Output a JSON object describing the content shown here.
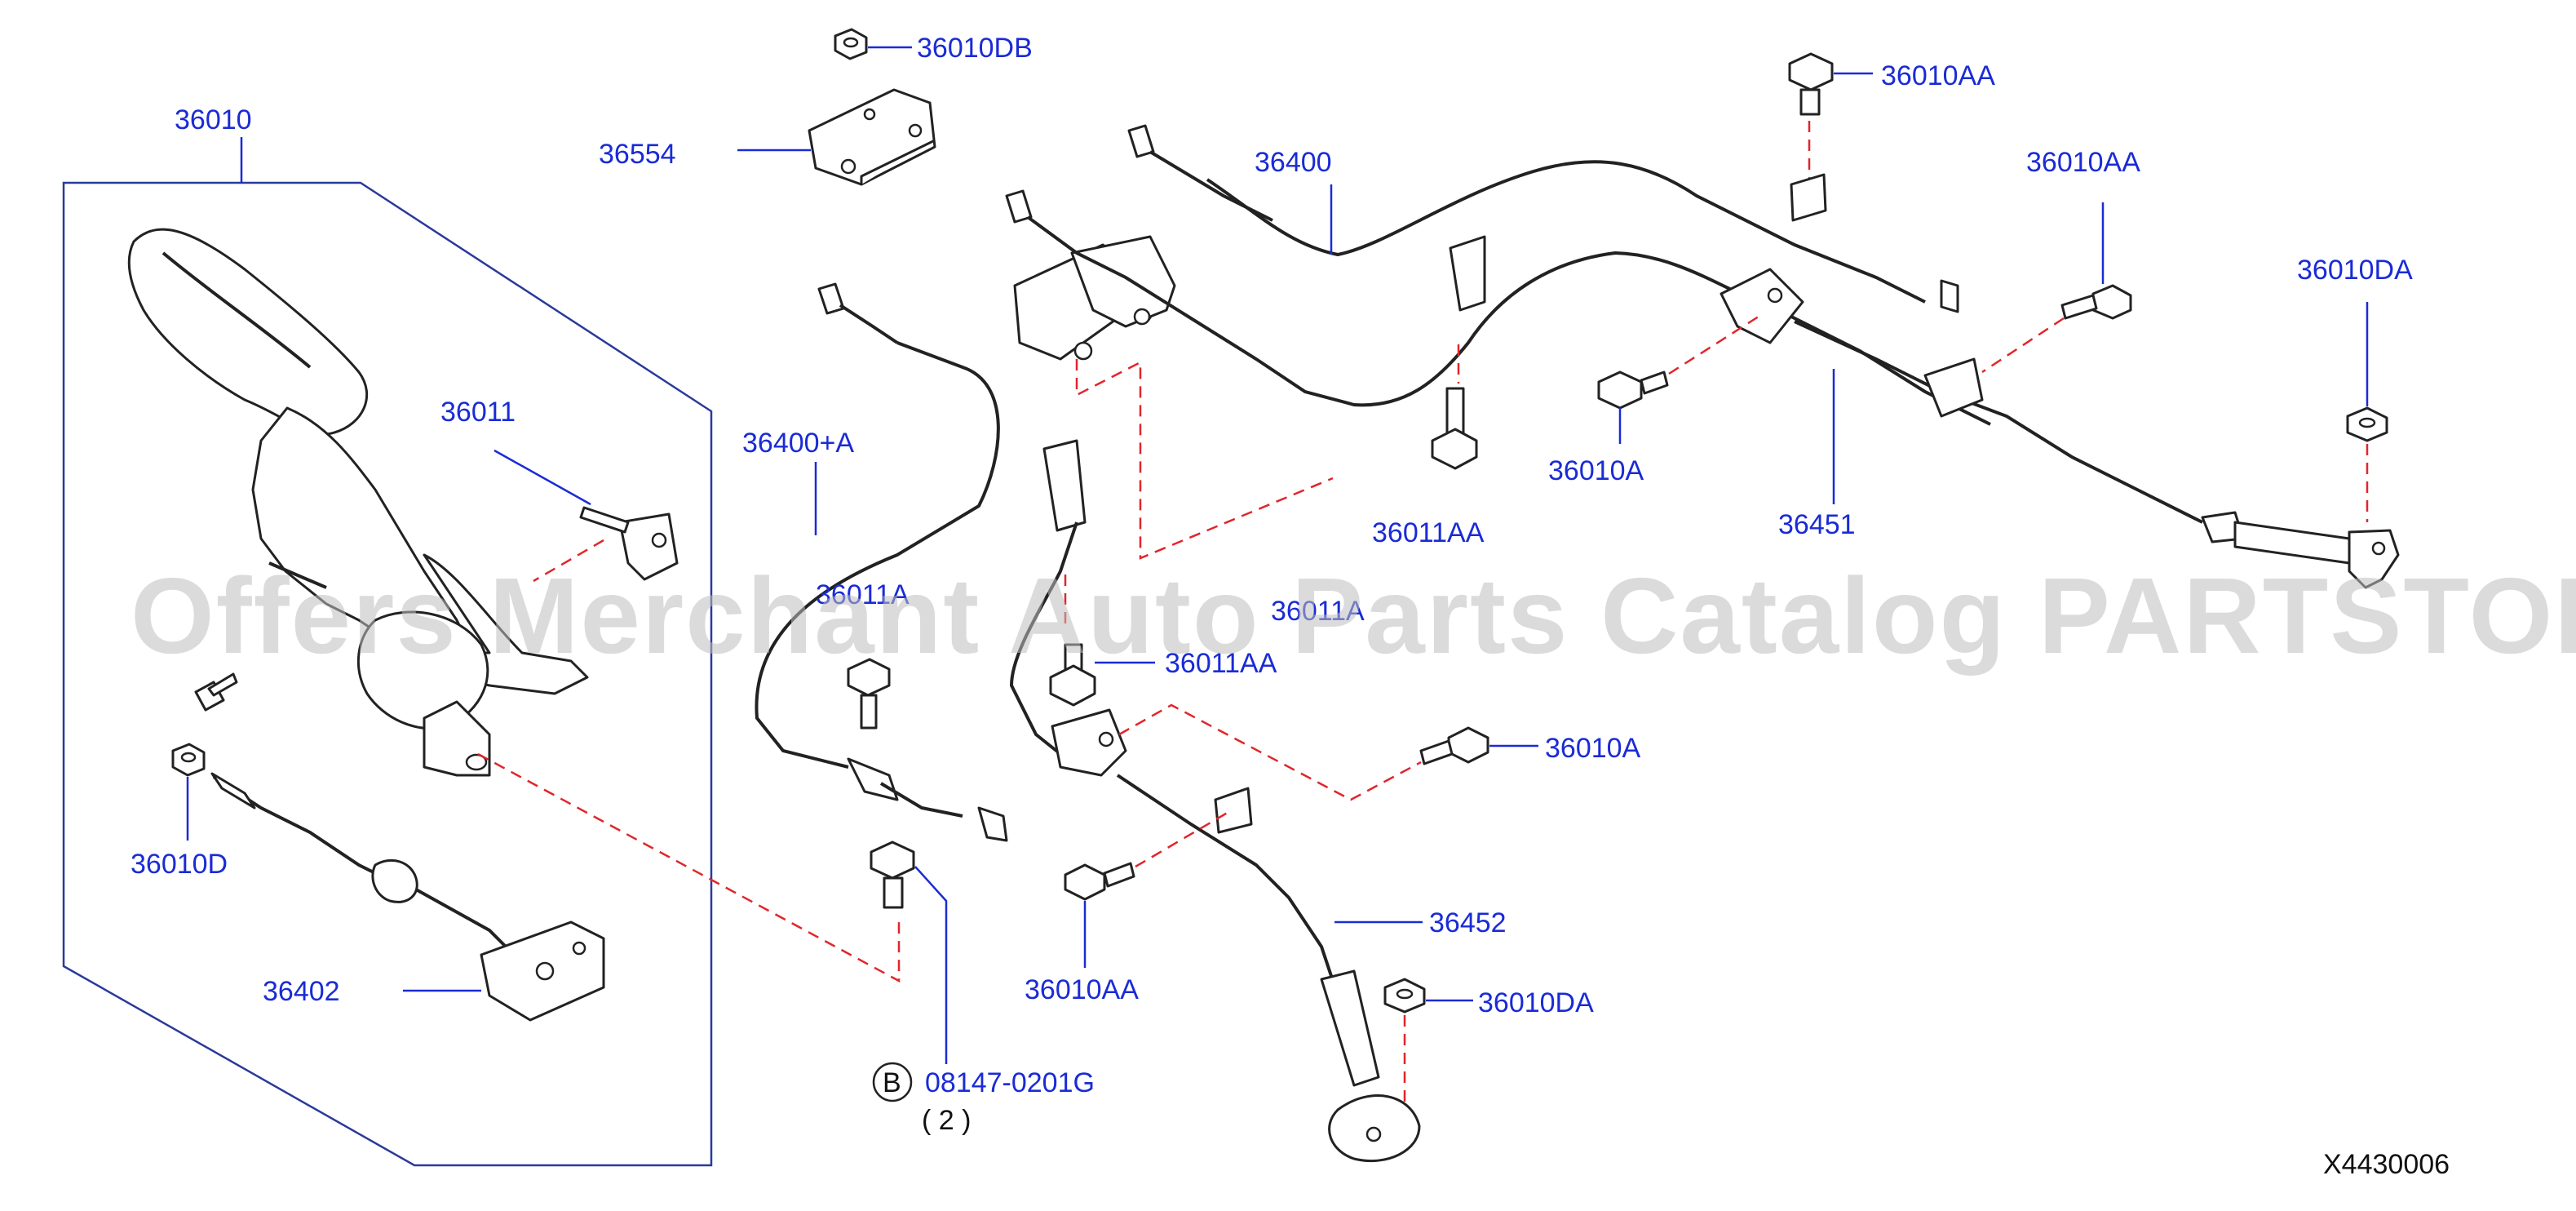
{
  "watermark": "Offers Merchant Auto Parts Catalog PARTSTORE.SA",
  "diagram_code": "X4430006",
  "callouts": {
    "c36010": "36010",
    "c36011": "36011",
    "c36010D": "36010D",
    "c36402": "36402",
    "c36010DB": "36010DB",
    "c36554": "36554",
    "c36400A": "36400+A",
    "c36011A_left": "36011A",
    "c36400": "36400",
    "c36011A_mid": "36011A",
    "c36011AA_mid": "36011AA",
    "c36011AA_right": "36011AA",
    "c36010AA_top": "36010AA",
    "c36010AA_right": "36010AA",
    "c36010A_right": "36010A",
    "c36451": "36451",
    "c36010DA_right": "36010DA",
    "c36010A_lower": "36010A",
    "c36452": "36452",
    "c36010AA_lower": "36010AA",
    "c36010DA_lower": "36010DA",
    "ref_bolt_badge": "B",
    "ref_bolt_part": "08147-0201G",
    "ref_bolt_qty": "( 2 )"
  },
  "colors": {
    "callout_text": "#1a2bd6",
    "leader_line": "#1a2bd6",
    "dashed_guide": "#e0262b",
    "line_art": "#222222",
    "watermark": "#bdbdbd",
    "background": "#ffffff"
  }
}
